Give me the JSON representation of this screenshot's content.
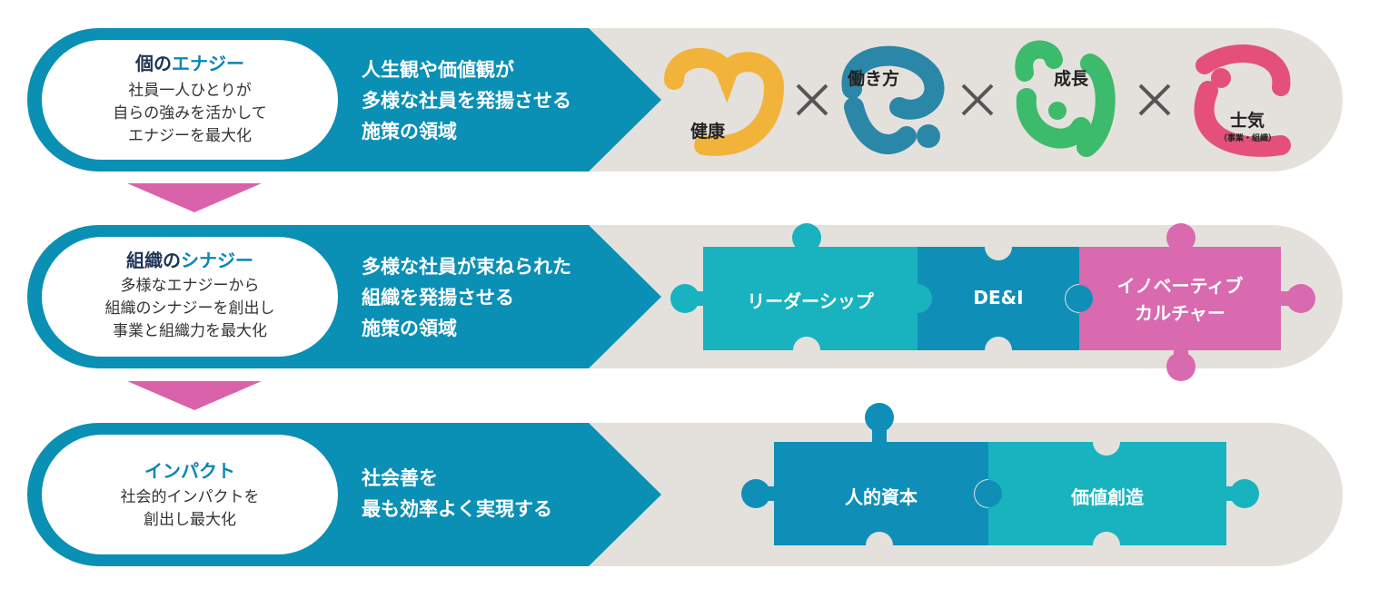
{
  "tiers": [
    {
      "title_a": "個",
      "title_b": "の",
      "title_c": "エナジー",
      "desc": [
        "社員一人ひとりが",
        "自らの強みを活かして",
        "エナジーを最大化"
      ],
      "middle": [
        "人生観や価値観が",
        "多様な社員を発揚させる",
        "施策の領域"
      ]
    },
    {
      "title_a": "組織",
      "title_b": "の",
      "title_c": "シナジー",
      "desc": [
        "多様なエナジーから",
        "組織のシナジーを創出し",
        "事業と組織力を最大化"
      ],
      "middle": [
        "多様な社員が束ねられた",
        "組織を発揚させる",
        "施策の領域"
      ]
    },
    {
      "title_a": "インパクト",
      "title_b": "",
      "title_c": "",
      "desc": [
        "社会的インパクトを",
        "創出し最大化"
      ],
      "middle": [
        "社会善を",
        "最も効率よく実現する"
      ]
    }
  ],
  "factors": [
    {
      "label": "健康",
      "sub": "",
      "color": "#f2b33a"
    },
    {
      "label": "働き方",
      "sub": "",
      "color": "#2b87a8"
    },
    {
      "label": "成長",
      "sub": "",
      "color": "#3dbb6c"
    },
    {
      "label": "士気",
      "sub": "（事業・組織）",
      "color": "#e4507a"
    }
  ],
  "times_symbol": "×",
  "puzzle_row2": [
    {
      "label": "リーダーシップ",
      "color": "#18b3bf"
    },
    {
      "label": "DE&I",
      "color": "#0f8fb8"
    },
    {
      "label": "イノベーティブ",
      "label2": "カルチャー",
      "color": "#d96aaf"
    }
  ],
  "puzzle_row3": [
    {
      "label": "人的資本",
      "color": "#0f8fb8"
    },
    {
      "label": "価値創造",
      "color": "#18b3bf"
    }
  ],
  "colors": {
    "band_blue": "#0a8fb5",
    "band_gray": "#e4e1dc",
    "arrow_pink": "#d962aa"
  }
}
